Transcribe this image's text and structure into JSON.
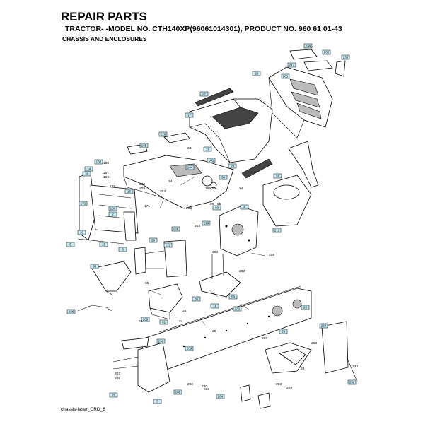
{
  "header": {
    "title": "REPAIR PARTS",
    "subtitle": "TRACTOR- -MODEL NO. CTH140XP(96061014301), PRODUCT NO. 960 61 01-43",
    "section": "CHASSIS AND ENCLOSURES"
  },
  "footer": {
    "caption": "chassis-laser_CRD_8"
  },
  "callouts": [
    "239",
    "232",
    "233",
    "212",
    "28",
    "261",
    "27",
    "17",
    "220",
    "165",
    "19",
    "181",
    "137",
    "144",
    "29",
    "30",
    "31",
    "14",
    "18",
    "16",
    "4",
    "60",
    "171",
    "130",
    "2",
    "220",
    "168",
    "212",
    "10",
    "5",
    "15",
    "29",
    "122",
    "3",
    "33",
    "35",
    "59",
    "11",
    "26",
    "231",
    "226",
    "169",
    "61",
    "264",
    "29",
    "236",
    "239"
  ],
  "labels": [
    "186",
    "167",
    "186",
    "189",
    "171",
    "203",
    "24",
    "24",
    "188",
    "230",
    "209",
    "203",
    "24",
    "209",
    "203",
    "29",
    "203",
    "25",
    "35",
    "35",
    "24",
    "24",
    "29",
    "203",
    "230",
    "203",
    "29",
    "209",
    "202",
    "203",
    "209",
    "203",
    "230",
    "230",
    "233"
  ],
  "colors": {
    "callout_fill": "#c9ecf5",
    "ink": "#000000",
    "paper": "#ffffff"
  }
}
